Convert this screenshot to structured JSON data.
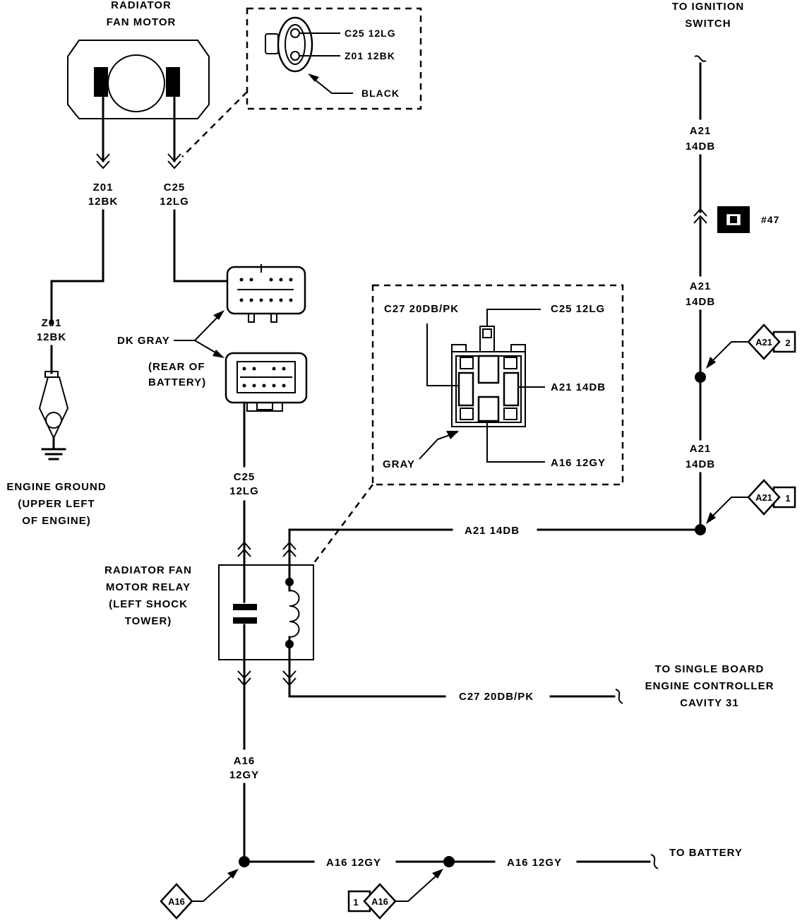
{
  "components": {
    "fan_motor": [
      "RADIATOR",
      "FAN MOTOR"
    ],
    "ignition": [
      "TO IGNITION",
      "SWITCH"
    ],
    "relay": [
      "RADIATOR FAN",
      "MOTOR RELAY",
      "(LEFT SHOCK",
      "TOWER)"
    ],
    "ground": [
      "ENGINE GROUND",
      "(UPPER LEFT",
      "OF ENGINE)"
    ],
    "battery_conn": [
      "(REAR OF",
      "BATTERY)"
    ],
    "controller": [
      "TO SINGLE BOARD",
      "ENGINE CONTROLLER",
      "CAVITY 31"
    ],
    "battery": "TO BATTERY"
  },
  "motor_connector": {
    "pin1": "C25 12LG",
    "pin2": "Z01 12BK",
    "color": "BLACK"
  },
  "relay_connector": {
    "c27": "C27 20DB/PK",
    "c25": "C25 12LG",
    "a21": "A21 14DB",
    "a16": "A16 12GY",
    "color": "GRAY"
  },
  "dk_gray": "DK GRAY",
  "splice_ref": "#47",
  "wires": {
    "z01_top": [
      "Z01",
      "12BK"
    ],
    "c25_top": [
      "C25",
      "12LG"
    ],
    "z01_ground": [
      "Z01",
      "12BK"
    ],
    "c25_relay": [
      "C25",
      "12LG"
    ],
    "a21_top": [
      "A21",
      "14DB"
    ],
    "a21_mid": [
      "A21",
      "14DB"
    ],
    "a21_low": [
      "A21",
      "14DB"
    ],
    "a21_relay": "A21 14DB",
    "c27_relay": "C27 20DB/PK",
    "a16_vertical": [
      "A16",
      "12GY"
    ],
    "a16_h1": "A16 12GY",
    "a16_h2": "A16 12GY"
  },
  "refs": {
    "a21_2": {
      "code": "A21",
      "num": "2"
    },
    "a21_1": {
      "code": "A21",
      "num": "1"
    },
    "a16_left": {
      "code": "A16"
    },
    "a16_right": {
      "code": "A16",
      "num": "1"
    }
  }
}
